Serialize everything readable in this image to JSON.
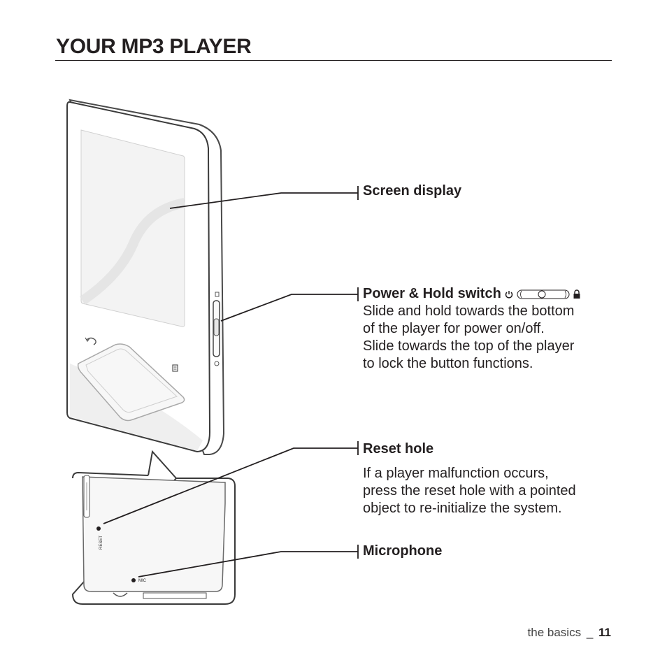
{
  "page": {
    "title": "YOUR MP3 PLAYER",
    "footer_section": "the basics",
    "footer_separator": "_",
    "footer_page": "11"
  },
  "callouts": {
    "screen_display": {
      "label": "Screen display"
    },
    "power_hold": {
      "label": "Power & Hold switch",
      "lines": [
        "Slide and hold towards the bottom",
        "of the player for power on/off.",
        "Slide towards the top of the player",
        "to lock the button functions."
      ]
    },
    "reset_hole": {
      "label": "Reset hole",
      "lines": [
        "If a player malfunction occurs,",
        "press the reset hole with a pointed",
        "object to re-initialize the system."
      ]
    },
    "microphone": {
      "label": "Microphone"
    }
  },
  "device_markings": {
    "reset_text": "RESET",
    "mic_text": "MIC"
  },
  "icons": [
    "power-icon",
    "hold-switch-icon",
    "lock-icon",
    "back-icon",
    "menu-icon"
  ]
}
